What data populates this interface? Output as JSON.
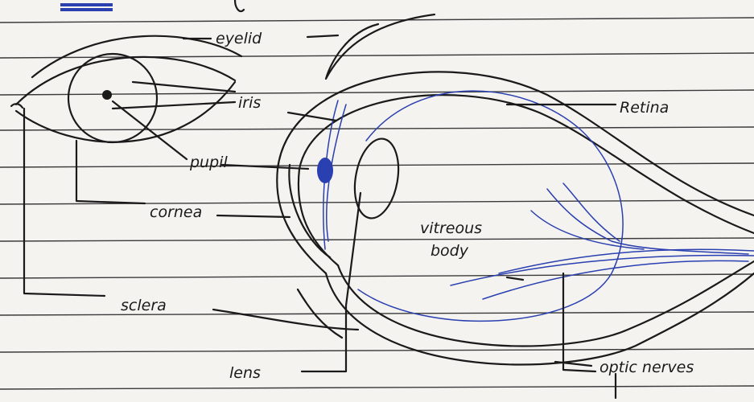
{
  "labels": {
    "eyelid": "eyelid",
    "iris": "iris",
    "pupil": "pupil",
    "cornea": "cornea",
    "sclera": "sclera",
    "lens": "lens",
    "retina": "Retina",
    "vitreous_line1": "vitreous",
    "vitreous_line2": "body",
    "optic_nerves": "optic nerves"
  },
  "colors": {
    "ink": "#1a1a1a",
    "blue_ink": "#2a3fb0",
    "paper": "#f4f3f0"
  }
}
